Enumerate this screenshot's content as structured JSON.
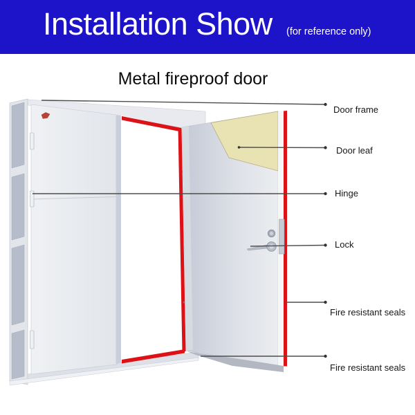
{
  "header": {
    "title": "Installation Show",
    "subtitle": "(for reference only)",
    "bg_color": "#1d13c8",
    "text_color": "#ffffff"
  },
  "main": {
    "title": "Metal fireproof door",
    "labels": [
      {
        "id": "door-frame",
        "text": "Door frame"
      },
      {
        "id": "door-leaf",
        "text": "Door leaf"
      },
      {
        "id": "hinge",
        "text": "Hinge"
      },
      {
        "id": "lock",
        "text": "Lock"
      },
      {
        "id": "fire-seals-top",
        "text": "Fire resistant seals"
      },
      {
        "id": "fire-seals-bottom",
        "text": "Fire resistant seals"
      }
    ],
    "colors": {
      "seal_red": "#dc1216",
      "cutaway_beige": "#e9e3b3",
      "leader_line": "#4d4d4d"
    }
  }
}
